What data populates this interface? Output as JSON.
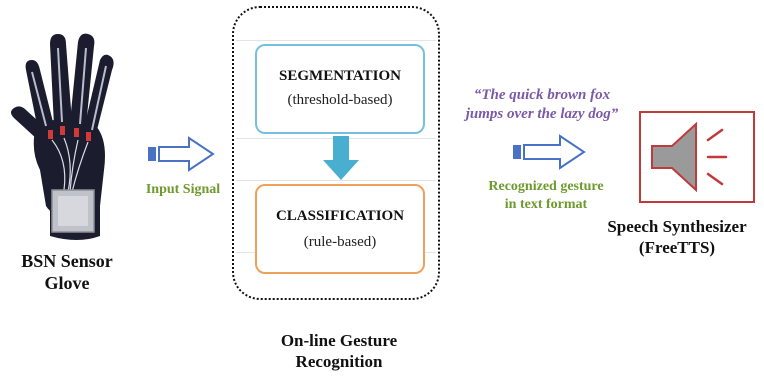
{
  "glove": {
    "caption_line1": "BSN Sensor",
    "caption_line2": "Glove"
  },
  "input_label": "Input Signal",
  "processing": {
    "segmentation": {
      "title": "SEGMENTATION",
      "subtitle": "(threshold-based)"
    },
    "classification": {
      "title": "CLASSIFICATION",
      "subtitle": "(rule-based)"
    },
    "caption_line1": "On-line Gesture",
    "caption_line2": "Recognition"
  },
  "output": {
    "quote_line1": "“The quick brown fox",
    "quote_line2": "jumps over the lazy dog”",
    "label_line1": "Recognized gesture",
    "label_line2": "in text format"
  },
  "synthesizer": {
    "caption_line1": "Speech Synthesizer",
    "caption_line2": "(FreeTTS)"
  },
  "colors": {
    "seg_border": "#76c0df",
    "cls_border": "#eea15a",
    "arrow_outline": "#4a72c4",
    "down_arrow": "#4aaed0",
    "label_green": "#6e9a2e",
    "quote_purple": "#7b59a8",
    "speaker_red": "#c0393b"
  }
}
